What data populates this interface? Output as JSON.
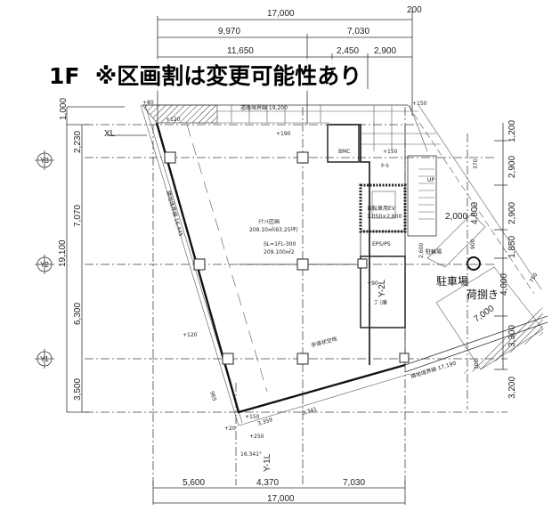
{
  "title": {
    "floor": "1F",
    "note": "※区画割は変更可能性あり"
  },
  "top_dims": {
    "total": "17,000",
    "extra": "200",
    "row2": [
      "9,970",
      "7,030"
    ],
    "row3": [
      "11,650",
      "2,450",
      "2,900"
    ]
  },
  "left_dims": {
    "total": "19,100",
    "segments": [
      "1,000",
      "2,230",
      "7,070",
      "6,300",
      "3,500"
    ]
  },
  "grid_labels": [
    "Y3",
    "Y2",
    "Y1"
  ],
  "axis_label": "XL",
  "right_dims": [
    "1,200",
    "2,900",
    "2,900",
    "1,850",
    "3,300",
    "3,200"
  ],
  "bottom_dims": {
    "segments": [
      "5,600",
      "4,370",
      "7,030"
    ],
    "total": "17,000"
  },
  "rooms": {
    "tenant": "ﾃﾅﾝﾄ区画",
    "tenant_area": "209.10㎡(63.25坪)",
    "sl": "SL=1FL-300",
    "sl_area": "209.100㎡2",
    "toilet": "BMC",
    "hall": "ﾎｰﾙ",
    "ev": "自転車用EV",
    "ev_size": "1,050×2,600",
    "eps": "EPS/PS",
    "garbage": "ｺﾞﾐ庫",
    "garbage_mark": "Y-2L",
    "bike": "駐輪場",
    "parking": "駐車場",
    "loading": "荷捌き",
    "stair_up": "UP",
    "y1_mark": "Y-1L"
  },
  "annotations": {
    "road_top": "道路境界線 19,200",
    "lv_p80": "+80",
    "lv_p120": "+120",
    "lv_p150a": "+150",
    "lv_p150b": "+150",
    "lv_p150c": "+150",
    "lv_p190": "+190",
    "lv_p120b": "+120",
    "lv_p20": "+20",
    "lv_p250": "+250",
    "lv_p90": "+90",
    "angle": "16.341°",
    "d3359": "3,359",
    "d3341": "3,341",
    "d965": "965",
    "d7000": "7,000",
    "d4000": "4,000",
    "d2000": "2,000",
    "d4800": "4,800",
    "d900": "900",
    "d370": "370",
    "d2600": "2,600",
    "d300": "300",
    "d750": "750",
    "boundary": "隣地境界線 17,190",
    "boundary_left": "隣地境界線 16,445",
    "pedestrian": "歩道状空地"
  }
}
